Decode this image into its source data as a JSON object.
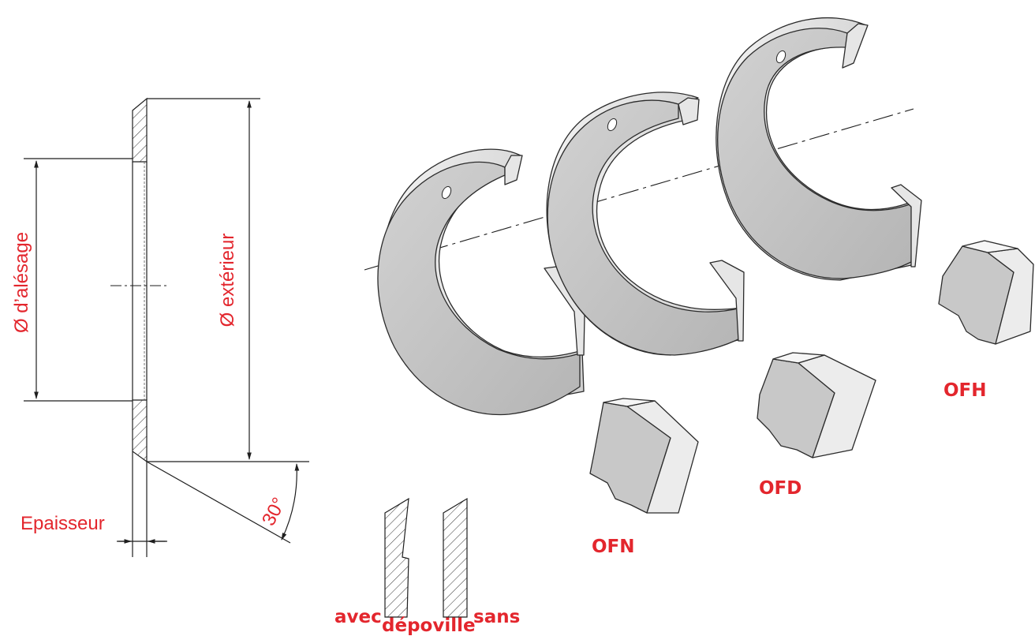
{
  "drawing": {
    "labels": {
      "bore_diameter": "Ø d’alésage",
      "outer_diameter": "Ø extérieur",
      "thickness": "Epaisseur",
      "angle": "30°"
    },
    "variants": [
      "OFN",
      "OFD",
      "OFH"
    ],
    "relief": {
      "with": "avec",
      "without": "sans",
      "caption": "dépoville"
    }
  },
  "colors": {
    "label_red": "#e3262d",
    "line": "#1e1e1e",
    "part_face": "#c4c4c4",
    "part_side": "#dedede"
  }
}
